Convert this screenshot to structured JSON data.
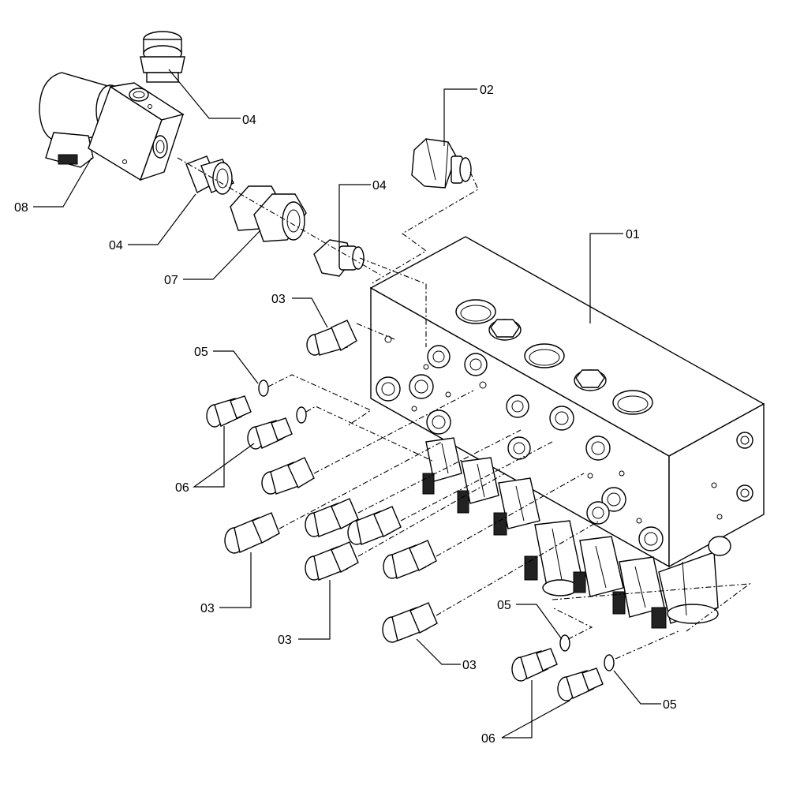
{
  "callouts": [
    {
      "id": "c-02",
      "label": "02"
    },
    {
      "id": "c-01",
      "label": "01"
    },
    {
      "id": "c-04a",
      "label": "04"
    },
    {
      "id": "c-04b",
      "label": "04"
    },
    {
      "id": "c-04c",
      "label": "04"
    },
    {
      "id": "c-08",
      "label": "08"
    },
    {
      "id": "c-07",
      "label": "07"
    },
    {
      "id": "c-03a",
      "label": "03"
    },
    {
      "id": "c-05a",
      "label": "05"
    },
    {
      "id": "c-06a",
      "label": "06"
    },
    {
      "id": "c-03b",
      "label": "03"
    },
    {
      "id": "c-03c",
      "label": "03"
    },
    {
      "id": "c-03d",
      "label": "03"
    },
    {
      "id": "c-05b",
      "label": "05"
    },
    {
      "id": "c-05c",
      "label": "05"
    },
    {
      "id": "c-06b",
      "label": "06"
    }
  ]
}
